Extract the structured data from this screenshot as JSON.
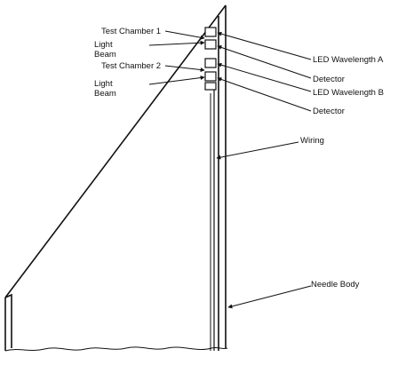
{
  "labels": {
    "test_chamber_1": "Test Chamber 1",
    "light_beam_1_line1": "Light",
    "light_beam_1_line2": "Beam",
    "test_chamber_2": "Test Chamber 2",
    "light_beam_2_line1": "Light",
    "light_beam_2_line2": "Beam",
    "led_wavelength_a": "LED Wavelength A",
    "detector_1": "Detector",
    "led_wavelength_b": "LED Wavelength B",
    "detector_2": "Detector",
    "wiring": "Wiring",
    "needle_body": "Needle Body"
  },
  "colors": {
    "line": "#111111",
    "background": "#ffffff"
  }
}
